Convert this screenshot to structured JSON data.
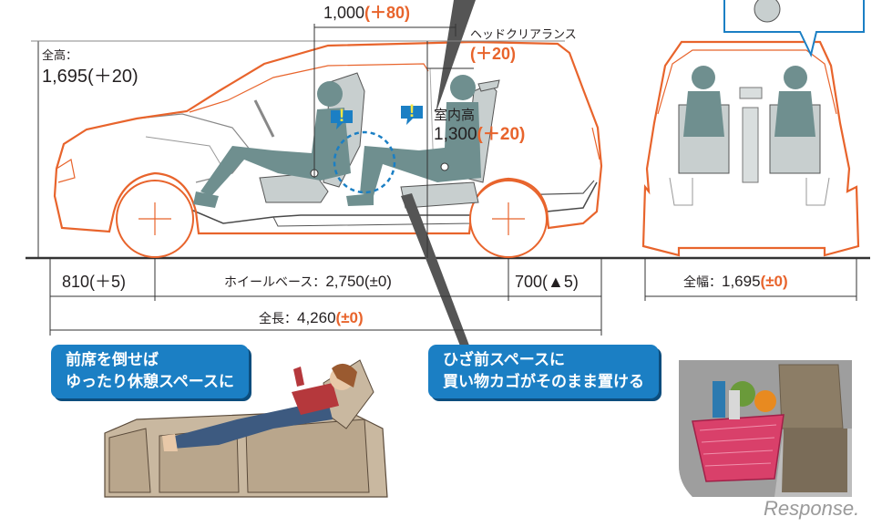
{
  "labels": {
    "overall_height_title": "全高：",
    "overall_height_value": "1,695(＋20)",
    "front_rear_distance_value": "1,000",
    "front_rear_distance_delta": "(＋80)",
    "head_clearance_title": "ヘッドクリアランス",
    "head_clearance_delta": "(＋20)",
    "interior_height_title": "室内高",
    "interior_height_value": "1,300",
    "interior_height_delta": "(＋20)",
    "front_overhang": "810(＋5)",
    "wheelbase_title": "ホイールベース：",
    "wheelbase_value": "2,750(±0)",
    "rear_overhang": "700(▲5)",
    "overall_width_title": "全幅：",
    "overall_width_value": "1,695",
    "overall_width_delta": "(±0)",
    "overall_length_title": "全長：",
    "overall_length_value": "4,260",
    "overall_length_delta": "(±0)"
  },
  "callouts": {
    "front_seat_line1": "前席を倒せば",
    "front_seat_line2": "ゆったり休憩スペースに",
    "knee_space_line1": "ひざ前スペースに",
    "knee_space_line2": "買い物カゴがそのまま置ける"
  },
  "warning_glyph": "!",
  "watermark": "Response.",
  "colors": {
    "body_outline": "#e8642c",
    "accent_orange": "#e8642c",
    "callout_blue": "#1b7fc4",
    "figure_teal": "#6f8f8f",
    "dim_line": "#333333"
  }
}
